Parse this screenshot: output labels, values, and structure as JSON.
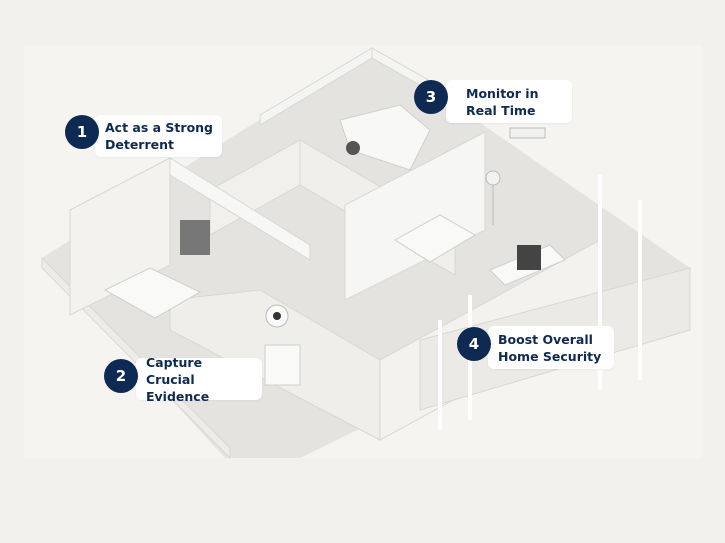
{
  "callouts": [
    {
      "number": "1",
      "line1": "Act as a Strong",
      "line2": "Deterrent"
    },
    {
      "number": "2",
      "line1": "Capture Crucial",
      "line2": "Evidence"
    },
    {
      "number": "3",
      "line1": "Monitor in",
      "line2": "Real Time"
    },
    {
      "number": "4",
      "line1": "Boost Overall",
      "line2": "Home Security"
    }
  ],
  "colors": {
    "badge": "#0f2a52",
    "background": "#f2f1ee"
  }
}
